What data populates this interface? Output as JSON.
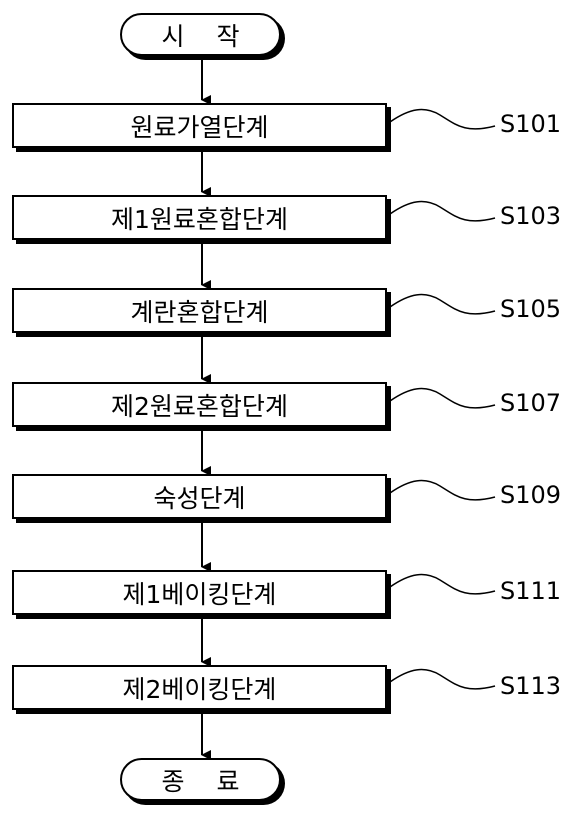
{
  "flowchart": {
    "start_label": "시 작",
    "end_label": "종 료",
    "steps": [
      {
        "text": "원료가열단계",
        "label": "S101"
      },
      {
        "text": "제1원료혼합단계",
        "label": "S103"
      },
      {
        "text": "계란혼합단계",
        "label": "S105"
      },
      {
        "text": "제2원료혼합단계",
        "label": "S107"
      },
      {
        "text": "숙성단계",
        "label": "S109"
      },
      {
        "text": "제1베이킹단계",
        "label": "S111"
      },
      {
        "text": "제2베이킹단계",
        "label": "S113"
      }
    ]
  }
}
